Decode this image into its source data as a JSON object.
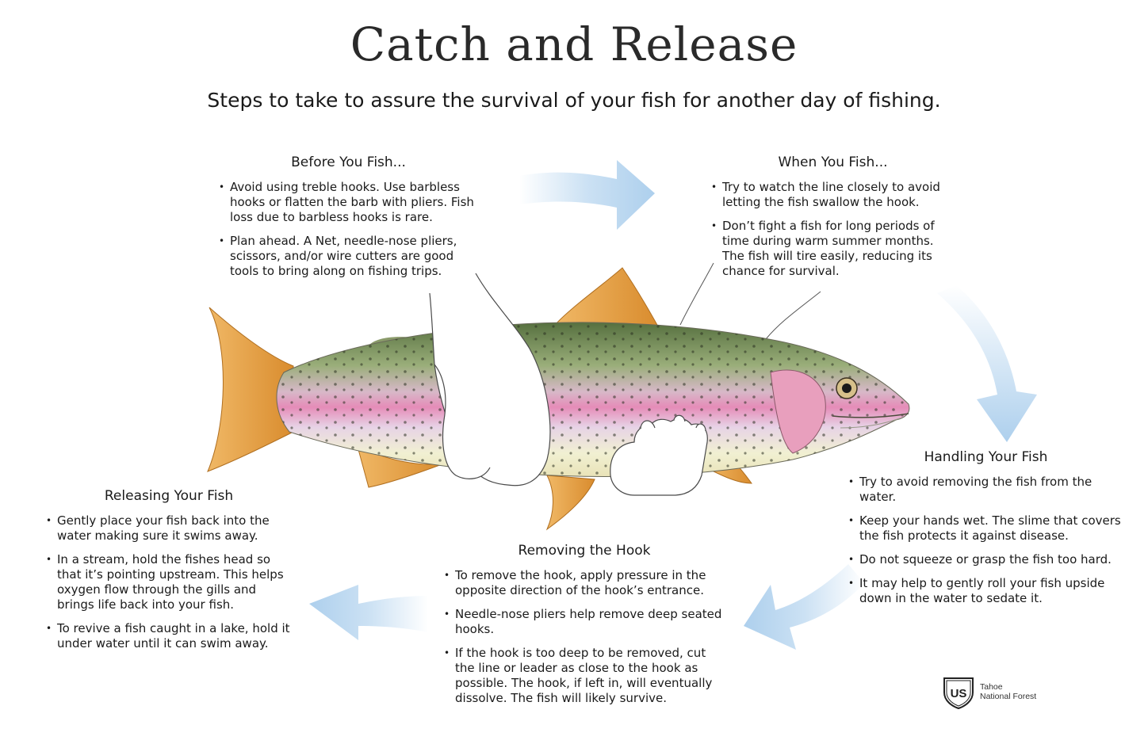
{
  "header": {
    "title": "Catch and Release",
    "subtitle": "Steps to take to assure the survival of your fish for another day of fishing."
  },
  "sections": {
    "before": {
      "heading": "Before You Fish...",
      "items": [
        "Avoid using treble hooks.  Use barbless hooks or flatten the barb with pliers.  Fish loss due to barbless hooks is rare.",
        "Plan ahead.  A Net, needle-nose pliers, scissors, and/or wire cutters are good tools to bring along on fishing trips."
      ]
    },
    "when": {
      "heading": "When You Fish...",
      "items": [
        "Try to watch the line closely to avoid letting the fish swallow the hook.",
        "Don’t fight a fish for long periods of time during warm summer months. The fish will tire easily, reducing its chance for survival."
      ]
    },
    "handling": {
      "heading": "Handling Your Fish",
      "items": [
        "Try to avoid removing the fish from the water.",
        "Keep your hands wet. The slime that covers the fish protects it against disease.",
        "Do not squeeze or grasp the fish too hard.",
        "It may help to gently roll your fish upside down in the water to sedate it."
      ]
    },
    "releasing": {
      "heading": "Releasing Your Fish",
      "items": [
        "Gently place your fish back into the water making sure it swims away.",
        "In a stream, hold the fishes head so that it’s pointing upstream.  This helps oxygen flow through the gills and brings life back into your fish.",
        "To revive a fish caught in a lake, hold it under water until it can swim away."
      ]
    },
    "hook": {
      "heading": "Removing the Hook",
      "items": [
        "To remove the hook, apply pressure in the opposite direction of the hook’s entrance.",
        "Needle-nose pliers help remove deep seated hooks.",
        "If the hook is too deep to be removed, cut the line or leader as close to the hook as possible. The hook, if left in, will eventually dissolve. The fish will likely survive."
      ]
    }
  },
  "logo": {
    "shield_text": "US",
    "line1": "Tahoe",
    "line2": "National Forest"
  },
  "colors": {
    "arrow": "#a9cdec",
    "fish_back": "#6f8a52",
    "fish_stripe": "#e38fb6",
    "fin": "#e0a24b",
    "text": "#1a1a1a"
  },
  "icons": [
    "flow-arrow",
    "trout-illustration",
    "hands-illustration",
    "forest-service-shield-icon"
  ]
}
